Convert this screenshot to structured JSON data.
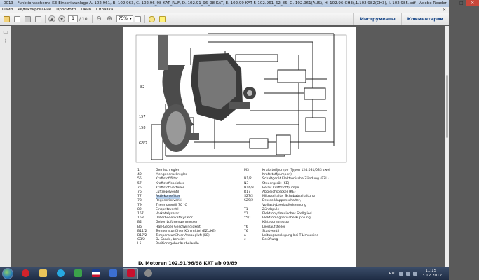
{
  "window": {
    "title": "0013 - Funktionsschema KE-Einspritzanlage A. 102.961, B. 102.963, C. 102.96_98 KAT_RÜF, D. 102.91_96_98 KAT, E. 102.99 KAT F. 102.961_62_85, G. 102.961(AUS), H. 102.96(CH3),1.102.982(CH3), I. 102.985.pdf - Adobe Reader",
    "minimize": "–",
    "maximize": "□",
    "close": "✕"
  },
  "menu": {
    "items": [
      "Файл",
      "Редактирование",
      "Просмотр",
      "Окно",
      "Справка"
    ],
    "close": "✕"
  },
  "toolbar": {
    "page_current": "1",
    "page_total": "/ 10",
    "zoom": "75%",
    "tools_label": "Инструменты",
    "comments_label": "Комментарии"
  },
  "legend": {
    "left": [
      {
        "code": "1",
        "text": "Gemischregler"
      },
      {
        "code": "40",
        "text": "Mengendruckregler"
      },
      {
        "code": "55",
        "text": "Kraftstofffilter"
      },
      {
        "code": "57",
        "text": "Kraftstoffspeicher"
      },
      {
        "code": "75",
        "text": "Kraftstoffverteiler"
      },
      {
        "code": "76",
        "text": "Luftregelventil"
      },
      {
        "code": "77",
        "text": "Aktivkohlefilter",
        "hl": true
      },
      {
        "code": "78",
        "text": "Regenerierventil"
      },
      {
        "code": "79",
        "text": "Thermoventil 70 °C"
      },
      {
        "code": "82",
        "text": "Einspritzventil"
      },
      {
        "code": "157",
        "text": "Vorkatalysator"
      },
      {
        "code": "158",
        "text": "Unterbodenkatalysator"
      },
      {
        "code": "B2",
        "text": "Geber Luftmengenmesser"
      },
      {
        "code": "B6",
        "text": "Hall-Geber Geschwindigkeit"
      },
      {
        "code": "B11/2",
        "text": "Temperaturfühler Kühlmittel (EZL/KE)"
      },
      {
        "code": "B17/2",
        "text": "Temperaturfühler Ansaugluft (KE)"
      },
      {
        "code": "G3/2",
        "text": "O₂-Sonde, beheizt"
      },
      {
        "code": "L5",
        "text": "Positionsgeber Kurbelwelle"
      }
    ],
    "right": [
      {
        "code": "M3",
        "text": "Kraftstoffpumpe (Typen 124.081/083 zwei"
      },
      {
        "code": "",
        "text": "Kraftstoffpumpen)"
      },
      {
        "code": "N1/2",
        "text": "Schaltgerät Elektronische Zündung (EZL)"
      },
      {
        "code": "N3",
        "text": "Steuergerät (KE)"
      },
      {
        "code": "N16/3",
        "text": "Relais Kraftstoffpumpe"
      },
      {
        "code": "R17",
        "text": "Abgleichstecker (KE)"
      },
      {
        "code": "S27/2",
        "text": "Mikroschalter Schubabschaltung"
      },
      {
        "code": "S29/2",
        "text": "Drosselklappenschalter,"
      },
      {
        "code": "",
        "text": "Volllast-/Leerlauferkennung"
      },
      {
        "code": "",
        "text": ""
      },
      {
        "code": "T1",
        "text": "Zündspule"
      },
      {
        "code": "Y1",
        "text": "Elektrohydraulisches Stellglied"
      },
      {
        "code": "Y5/1",
        "text": "Elektromagnetische Kupplung"
      },
      {
        "code": "",
        "text": "Kältekompressor"
      },
      {
        "code": "Y6",
        "text": "Leerlaufsteller"
      },
      {
        "code": "Y6",
        "text": "Startventil"
      },
      {
        "code": "",
        "text": ""
      },
      {
        "code": "a",
        "text": "Leitungsverlegung bei T-Limousine"
      },
      {
        "code": "c",
        "text": "Belüftung"
      }
    ]
  },
  "diagram": {
    "labels": {
      "l82": "82",
      "l157": "157",
      "l158": "158",
      "lG32": "G3/2"
    }
  },
  "caption": {
    "letter": "D.",
    "text": "Motoren 102.91/96/98 KAT ab 09/89"
  },
  "taskbar": {
    "lang": "RU",
    "time": "11:15",
    "date": "13.12.2012"
  },
  "colors": {
    "accent": "#1c4a8a",
    "highlight": "#b7d1ee",
    "taskbar": "#1e2c44"
  }
}
